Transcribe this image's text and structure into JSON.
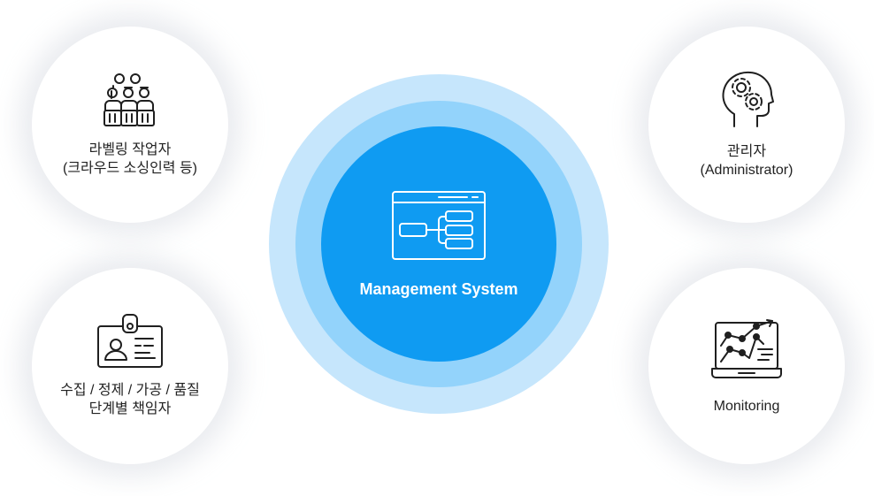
{
  "center": {
    "title": "Management System",
    "icon": "window-tree-icon"
  },
  "nodes": {
    "labeling": {
      "label": "라벨링 작업자\n(크라우드 소싱인력 등)",
      "icon": "workers-group-icon"
    },
    "collect": {
      "label": "수집 / 정제 / 가공 / 품질\n단계별 책임자",
      "icon": "id-badge-icon"
    },
    "admin": {
      "label": "관리자\n(Administrator)",
      "icon": "head-gears-icon"
    },
    "monitor": {
      "label": "Monitoring",
      "icon": "laptop-chart-icon"
    }
  },
  "colors": {
    "ring_outer": "#c6e6fc",
    "ring_mid": "#93d3fb",
    "core": "#0f9bf2"
  }
}
